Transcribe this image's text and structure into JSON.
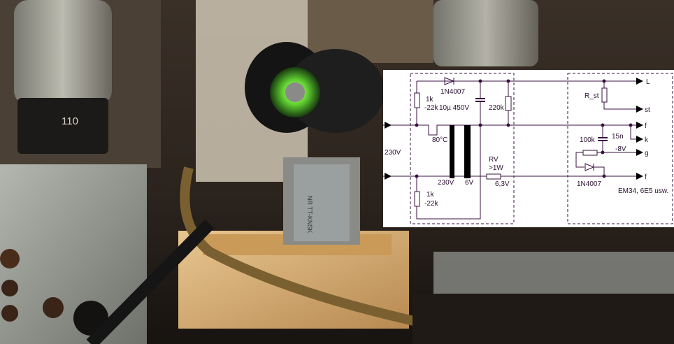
{
  "photo": {
    "tube_marking": "110",
    "transformer_marking": "NR TT-KNSK"
  },
  "schematic": {
    "input_voltage": "230V",
    "diode_top": "1N4007",
    "r_top_1": "1k",
    "r_top_2": "-22k",
    "capacitor": "10µ 450V",
    "r_220k": "220k",
    "fuse": "80°C",
    "primary": "230V",
    "secondary": "6V",
    "rv_1": "RV",
    "rv_2": ">1W",
    "rv_out": "6,3V",
    "r_bot_1": "1k",
    "r_bot_2": "-22k",
    "r_st": "R_st",
    "r_100k": "100k",
    "c_15n": "15n",
    "grid_voltage": "-8V",
    "diode_bottom": "1N4007",
    "tube_types": "EM34, 6E5 usw.",
    "outputs": {
      "L": "L",
      "st": "st",
      "f1": "f",
      "k": "k",
      "g": "g",
      "f2": "f"
    }
  },
  "colors": {
    "wire": "#3a1040",
    "background": "#ffffff"
  }
}
